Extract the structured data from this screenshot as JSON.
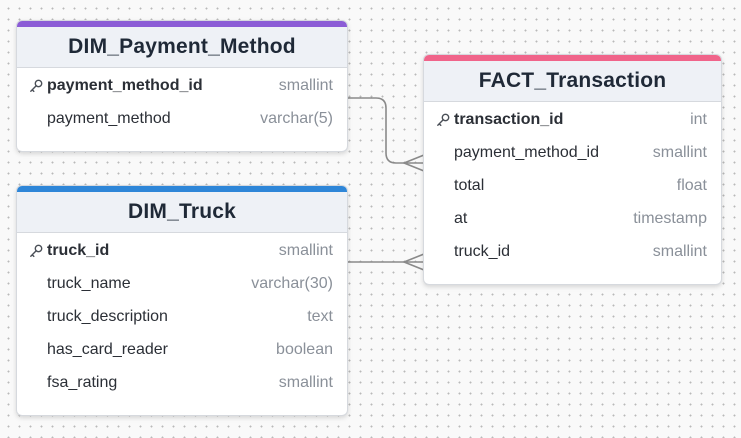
{
  "colors": {
    "payment_header": "#8b5cd6",
    "truck_header": "#2e86d8",
    "fact_header": "#f0648a"
  },
  "icons": {
    "primary_key": "key-icon"
  },
  "tables": {
    "payment_method": {
      "name": "DIM_Payment_Method",
      "columns": [
        {
          "name": "payment_method_id",
          "type": "smallint",
          "pk": true
        },
        {
          "name": "payment_method",
          "type": "varchar(5)",
          "pk": false
        }
      ]
    },
    "truck": {
      "name": "DIM_Truck",
      "columns": [
        {
          "name": "truck_id",
          "type": "smallint",
          "pk": true
        },
        {
          "name": "truck_name",
          "type": "varchar(30)",
          "pk": false
        },
        {
          "name": "truck_description",
          "type": "text",
          "pk": false
        },
        {
          "name": "has_card_reader",
          "type": "boolean",
          "pk": false
        },
        {
          "name": "fsa_rating",
          "type": "smallint",
          "pk": false
        }
      ]
    },
    "fact_transaction": {
      "name": "FACT_Transaction",
      "columns": [
        {
          "name": "transaction_id",
          "type": "int",
          "pk": true
        },
        {
          "name": "payment_method_id",
          "type": "smallint",
          "pk": false
        },
        {
          "name": "total",
          "type": "float",
          "pk": false
        },
        {
          "name": "at",
          "type": "timestamp",
          "pk": false
        },
        {
          "name": "truck_id",
          "type": "smallint",
          "pk": false
        }
      ]
    }
  },
  "relationships": [
    {
      "from": "DIM_Payment_Method.payment_method_id",
      "to": "FACT_Transaction.payment_method_id",
      "cardinality": "one-to-many"
    },
    {
      "from": "DIM_Truck.truck_id",
      "to": "FACT_Transaction.truck_id",
      "cardinality": "one-to-many"
    }
  ]
}
